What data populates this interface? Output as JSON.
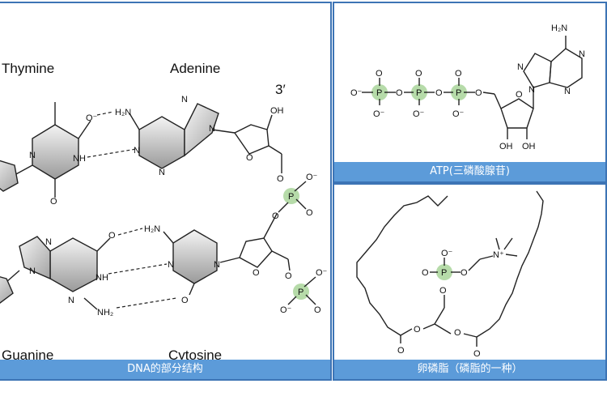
{
  "dna": {
    "caption": "DNA的部分结构",
    "thymine": "Thymine",
    "adenine": "Adenine",
    "guanine": "Guanine",
    "cytosine": "Cytosine",
    "three_prime": "3′",
    "atoms": {
      "o_minus": "O⁻",
      "h2n": "H₂N",
      "nh": "NH",
      "n": "N",
      "o": "O",
      "oh": "OH",
      "nh2": "NH₂",
      "p": "P"
    }
  },
  "atp": {
    "caption": "ATP(三磷酸腺苷)",
    "atoms": {
      "h2n": "H₂N",
      "oh": "OH",
      "o": "O",
      "o_minus": "O⁻",
      "p": "P",
      "n": "N"
    }
  },
  "lecithin": {
    "caption": "卵磷脂（磷脂的一种）",
    "atoms": {
      "o": "O",
      "o_minus": "O⁻",
      "p": "P",
      "n_plus": "N⁺"
    }
  },
  "colors": {
    "border": "#3d74b5",
    "caption_bg": "#5c9bd9",
    "phosphate_highlight": "#a9d59a"
  }
}
